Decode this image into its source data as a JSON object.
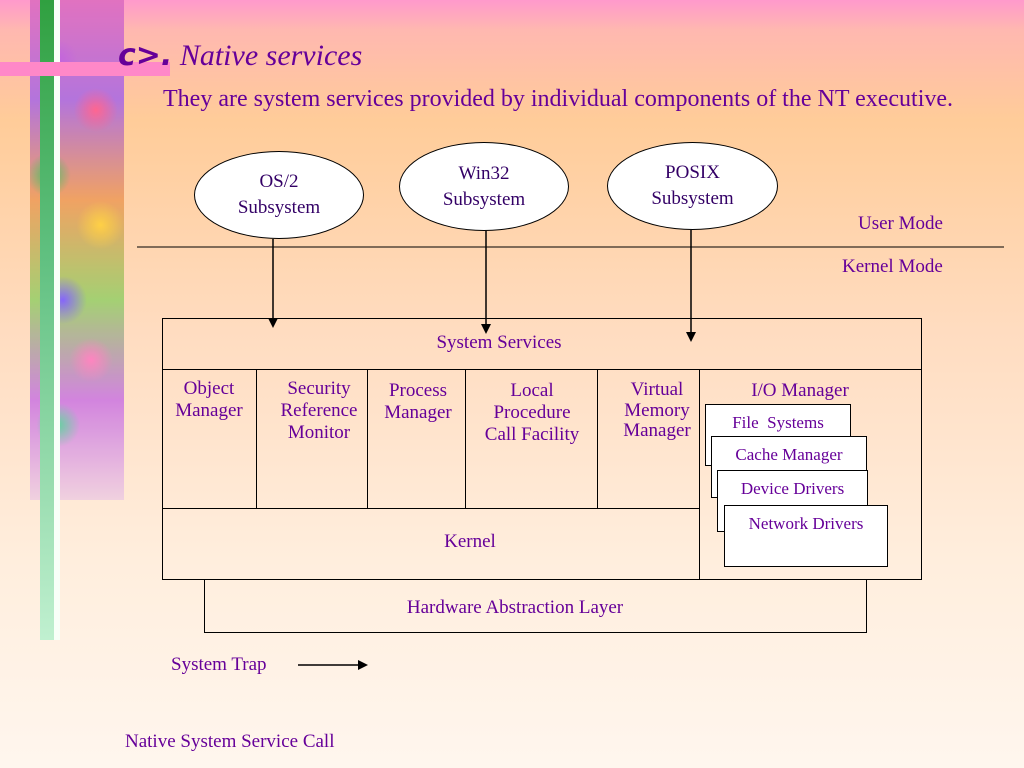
{
  "title": {
    "prefix": "c>.",
    "text": "Native services"
  },
  "description": "They are system services provided by individual components of the NT executive.",
  "subsystems": [
    "OS/2\nSubsystem",
    "Win32\nSubsystem",
    "POSIX\nSubsystem"
  ],
  "modes": {
    "user": "User Mode",
    "kernel": "Kernel Mode"
  },
  "system_services": "System Services",
  "components": {
    "object_manager": "Object\nManager",
    "security": "Security\nReference\nMonitor",
    "process_manager": "Process\nManager",
    "lpc": "Local\nProcedure\nCall Facility",
    "vmm": "Virtual\nMemory\nManager",
    "io_manager": "I/O Manager"
  },
  "io_stack": [
    "File  Systems",
    "Cache Manager",
    "Device Drivers",
    "Network Drivers"
  ],
  "kernel": "Kernel",
  "hal": "Hardware Abstraction Layer",
  "legend": {
    "trap": "System Trap",
    "call": "Native System Service Call"
  },
  "colors": {
    "text": "#660099",
    "accent_pink": "#ff88c8",
    "accent_green": "#30a040"
  }
}
